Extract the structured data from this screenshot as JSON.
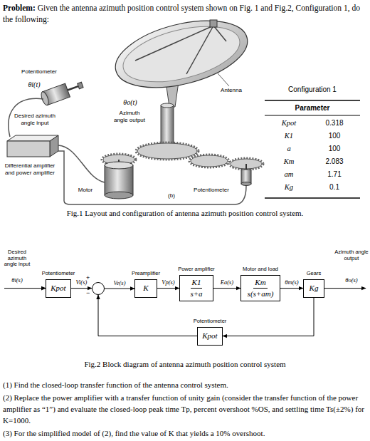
{
  "diagram": {
    "nodes": [
      {
        "text": [
          "Potentiometer",
          "Kpot"
        ]
      },
      {
        "text": [
          "+",
          "−"
        ]
      },
      {
        "text": [
          "Preamplifier",
          "K"
        ]
      },
      {
        "text": [
          "Power amplifier",
          "K1",
          "s+a"
        ]
      },
      {
        "text": [
          "Motor and load",
          "Km",
          "s(s+am)"
        ]
      },
      {
        "text": [
          "Gears",
          "Kg"
        ]
      },
      {
        "text": [
          "Potentiometer",
          "Kpot"
        ]
      }
    ],
    "edges": [
      {
        "from": 0,
        "to": 1,
        "arrow": "to",
        "label": "Vi(s)"
      },
      {
        "from": 1,
        "to": 2,
        "arrow": "to",
        "label": "Ve(s)"
      },
      {
        "from": 2,
        "to": 3,
        "arrow": "to",
        "label": "Vp(s)"
      },
      {
        "from": 3,
        "to": 4,
        "arrow": "to",
        "label": "Ea(s)"
      },
      {
        "from": 4,
        "to": 5,
        "arrow": "to",
        "label": "θm(s)"
      },
      {
        "from": 5,
        "to": 6,
        "arrow": "to"
      },
      {
        "from": 6,
        "to": 1,
        "arrow": "to"
      }
    ],
    "labels": [
      "Problem:",
      "Given the antenna azimuth position control system shown on Fig. 1 and Fig.2, Configuration 1, do the following:",
      "Potentiometer",
      "θi(t)",
      "Desired azimuth angle input",
      "θo(t)",
      "Azimuth angle output",
      "Antenna",
      "Differential amplifier and power amplifier",
      "Motor",
      "Potentiometer",
      "(b)",
      "Configuration 1",
      "Parameter",
      "Kpot",
      "0.318",
      "K1",
      "100",
      "a",
      "100",
      "Km",
      "2.083",
      "am",
      "1.71",
      "Kg",
      "0.1",
      "Fig.1 Layout and configuration of antenna azimuth position control system.",
      "Desired azimuth angle input",
      "θi(s)",
      "Azimuth angle output",
      "θo(s)",
      "Fig.2 Block diagram of antenna azimuth position control system",
      "(1) Find the closed-loop transfer function of the antenna control system.",
      "(2) Replace the power amplifier with a transfer function of unity gain (consider the transfer function of the power amplifier as “1”) and evaluate the closed-loop peak time Tp, percent overshoot %OS, and settling time Ts(±2%) for K=1000.",
      "(3) For the simplified model of (2), find the value of K that yields a 10% overshoot."
    ]
  }
}
